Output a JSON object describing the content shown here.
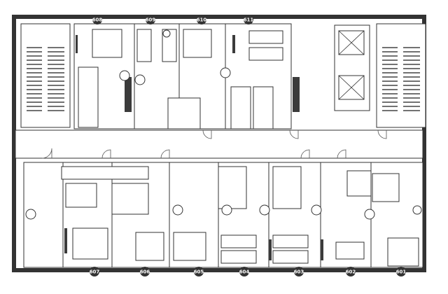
{
  "rooms_top": [
    {
      "number": "608"
    },
    {
      "number": "609"
    },
    {
      "number": "610"
    },
    {
      "number": "611"
    }
  ],
  "rooms_bottom": [
    {
      "number": "607"
    },
    {
      "number": "606"
    },
    {
      "number": "605"
    },
    {
      "number": "604"
    },
    {
      "number": "603"
    },
    {
      "number": "602"
    },
    {
      "number": "601"
    }
  ]
}
